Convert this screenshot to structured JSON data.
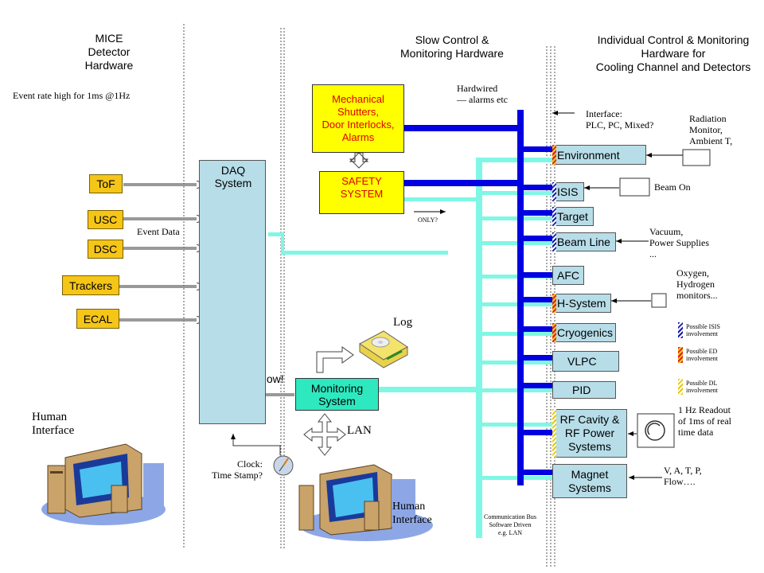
{
  "headers": {
    "mice": "MICE\nDetector\nHardware",
    "slow_control": "Slow Control &\nMonitoring Hardware",
    "individual": "Individual Control & Monitoring\nHardware for\nCooling Channel and Detectors"
  },
  "notes": {
    "event_rate": "Event rate high for 1ms @1Hz",
    "event_data": "Event Data",
    "hardwired": "Hardwired\n— alarms etc",
    "only": "ONLY?",
    "interface": "Interface:\nPLC, PC, Mixed?",
    "radiation": "Radiation\nMonitor,\nAmbient T,",
    "beam_on": "Beam On",
    "vacuum": "Vacuum,\nPower Supplies\n...",
    "oxygen": "Oxygen,\nHydrogen\nmonitors...",
    "readout": "1 Hz Readout\nof 1ms of real\ntime data",
    "vatp": "V, A, T, P,\nFlow….",
    "log": "Log",
    "lan": "LAN",
    "clock": "Clock:\nTime Stamp?",
    "physics": "Physics\nI want to know!",
    "human_interface_left": "Human\nInterface",
    "human_interface_right": "Human\nInterface",
    "comm_bus": "Communication Bus\nSoftware Driven\ne.g. LAN"
  },
  "detectors": [
    "ToF",
    "USC",
    "DSC",
    "Trackers",
    "ECAL"
  ],
  "daq": "DAQ\nSystem",
  "mechanical": "Mechanical\nShutters,\nDoor Interlocks,\nAlarms",
  "safety": "SAFETY\nSYSTEM",
  "monitoring": "Monitoring\nSystem",
  "subsystems": [
    "Environment",
    "ISIS",
    "Target",
    "Beam Line",
    "AFC",
    "H-System",
    "Cryogenics",
    "VLPC",
    "PID",
    "RF Cavity &\nRF Power\nSystems",
    "Magnet\nSystems"
  ],
  "legend": {
    "isis": "Possible ISIS\ninvolvement",
    "ed": "Possible ED\ninvolvement",
    "dl": "Possible DL\ninvolvement"
  },
  "colors": {
    "yellow_box": "#f5c518",
    "sub_box": "#b7dde8",
    "cyan_bus": "#7ff7e4",
    "blue_bus": "#0000e0",
    "monitor_box": "#2ee8c0",
    "safety_text": "#e00000"
  }
}
